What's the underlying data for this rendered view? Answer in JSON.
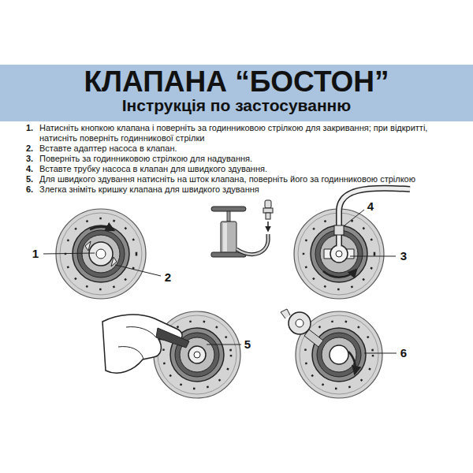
{
  "diagram": {
    "title": "КЛАПАНА “БОСТОН”",
    "labels": [
      "Інструкція по застосуванню",
      "1.",
      "Натисніть кнопкою клапана і поверніть за годинниковою стрілкою для закривання; при відкритті, натисніть поверніть годинникової стрілки",
      "2.",
      "Вставте адаптер насоса в клапан.",
      "3.",
      "Поверніть за годинниковою стрілкою для надування.",
      "4.",
      "Вставте трубку насоса в клапан для швидкого здування.",
      "5.",
      "Для швидкого здування натисніть на шток клапана, поверніть його за годинниковою стрілкою",
      "6.",
      "Злегка зніміть кришку клапана для швидкого здування",
      "1",
      "2",
      "3",
      "4",
      "5",
      "6"
    ]
  }
}
